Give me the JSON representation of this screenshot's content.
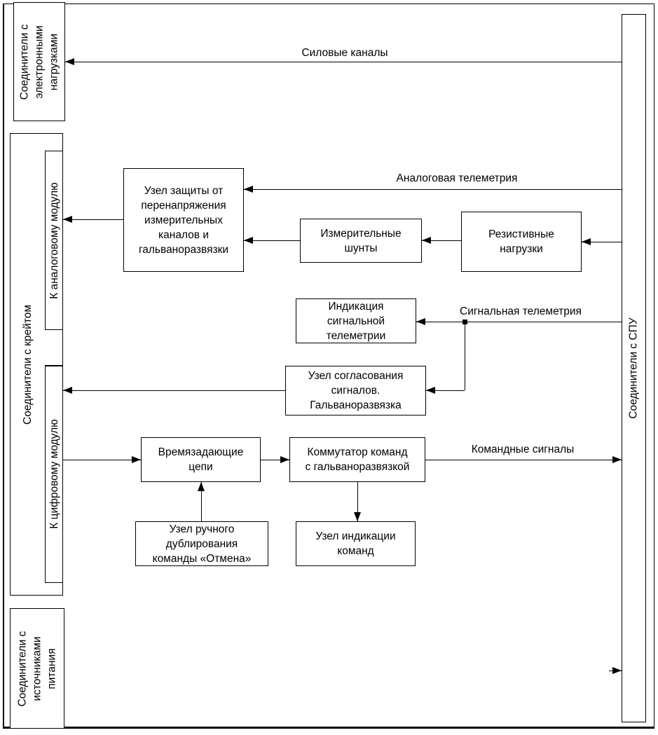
{
  "connectors": {
    "electronic_loads": "Соединители с\nэлектронными\nнагрузками",
    "crate": "Соединители с крейтом",
    "analog_module": "К аналоговому модулю",
    "digital_module": "К цифровому модулю",
    "power_sources": "Соединители с\nисточниками\nпитания",
    "spu": "Соединители с СПУ"
  },
  "blocks": {
    "protection": "Узел защиты от\nперенапряжения\nизмерительных\nканалов и\nгальваноразвязки",
    "shunts": "Измерительные\nшунты",
    "resistive_loads": "Резистивные\nнагрузки",
    "signal_indication": "Индикация\nсигнальной\nтелеметрии",
    "signal_matching": "Узел согласования\nсигналов.\nГальваноразвязка",
    "timing": "Времязадающие\nцепи",
    "command_switch": "Коммутатор команд\nс гальваноразвязкой",
    "manual_backup": "Узел ручного\nдублирования\nкоманды «Отмена»",
    "command_indication": "Узел индикации\nкоманд"
  },
  "flow_labels": {
    "power_channels": "Силовые каналы",
    "analog_telemetry": "Аналоговая телеметрия",
    "signal_telemetry": "Сигнальная телеметрия",
    "command_signals": "Командные сигналы"
  },
  "colors": {
    "line": "#000000",
    "background": "#ffffff",
    "text": "#000000"
  }
}
